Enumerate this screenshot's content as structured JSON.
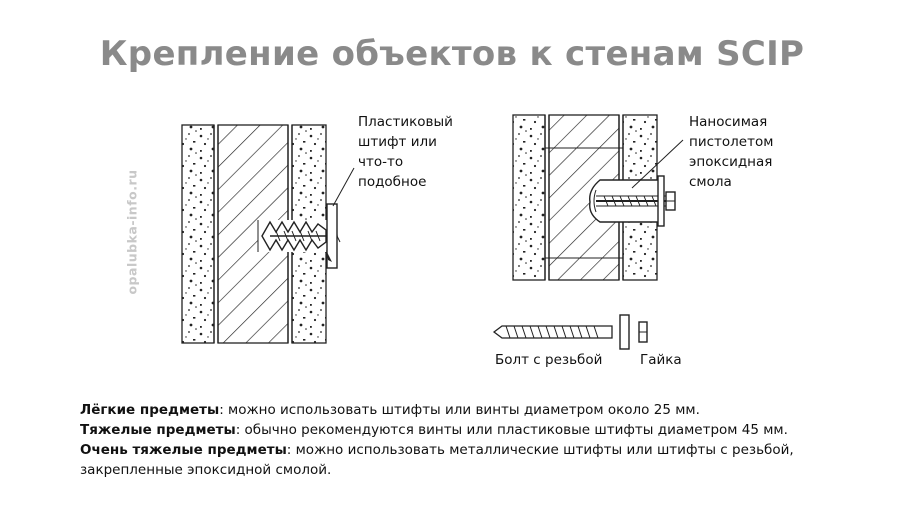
{
  "title": "Крепление объектов к стенам SCIP",
  "watermark": "opalubka-info.ru",
  "left_diagram": {
    "callout": [
      "Пластиковый",
      "штифт или",
      "что-то",
      "подобное"
    ]
  },
  "right_diagram": {
    "callout": [
      "Наносимая",
      "пистолетом",
      "эпоксидная",
      "смола"
    ],
    "bolt_label": "Болт с резьбой",
    "nut_label": "Гайка"
  },
  "notes": [
    {
      "term": "Лёгкие предметы",
      "text": ": можно использовать штифты или винты диаметром около 25 мм."
    },
    {
      "term": "Тяжелые предметы",
      "text": ": обычно рекомендуются винты или пластиковые штифты диаметром 45 мм."
    },
    {
      "term": "Очень тяжелые предметы",
      "text": ": можно использовать металлические штифты или штифты с резьбой, закрепленные эпоксидной смолой."
    }
  ]
}
